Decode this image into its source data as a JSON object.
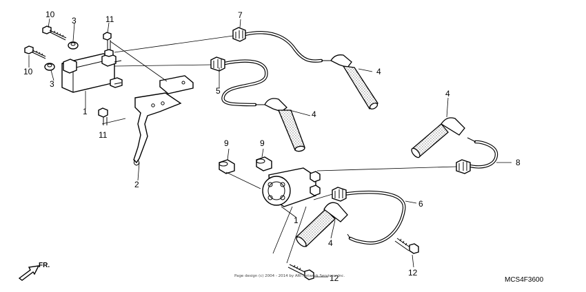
{
  "callouts": {
    "c10a": "10",
    "c3a": "3",
    "c11a": "11",
    "c7": "7",
    "c10b": "10",
    "c3b": "3",
    "c4a": "4",
    "c5": "5",
    "c1a": "1",
    "c4b": "4",
    "c11b": "11",
    "c2": "2",
    "c4c": "4",
    "c9a": "9",
    "c9b": "9",
    "c8": "8",
    "c6": "6",
    "c1b": "1",
    "c4d": "4",
    "c12a": "12",
    "c12b": "12"
  },
  "copyright": "Page design (c) 2004 - 2014 by ARI Network Services, Inc.",
  "diagram_code": "MCS4F3600",
  "direction_label": "FR."
}
